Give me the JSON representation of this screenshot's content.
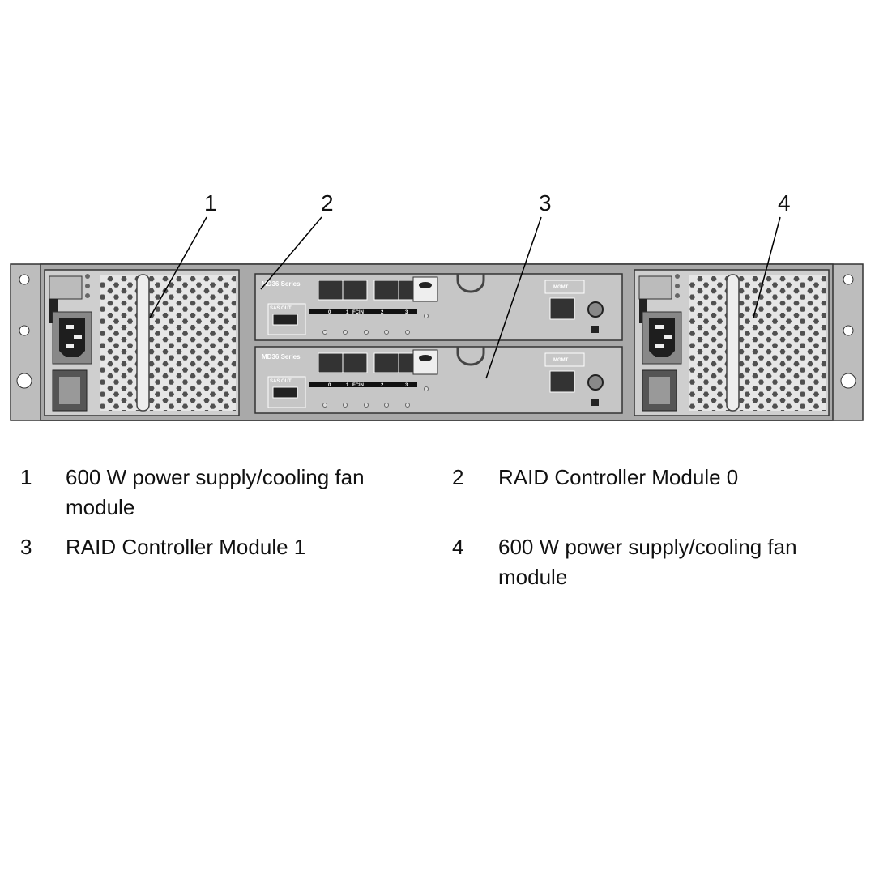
{
  "callouts": [
    "1",
    "2",
    "3",
    "4"
  ],
  "controller": {
    "series_label": "MD36 Series",
    "sas_out_label": "SAS OUT",
    "fcin_label": "FCIN",
    "port_numbers": [
      "0",
      "1",
      "2",
      "3"
    ],
    "mgmt_label": "MGMT"
  },
  "legend": [
    {
      "number": "1",
      "text": "600 W power supply/cooling fan module"
    },
    {
      "number": "2",
      "text": "RAID Controller Module 0"
    },
    {
      "number": "3",
      "text": "RAID Controller Module 1"
    },
    {
      "number": "4",
      "text": "600 W power supply/cooling fan module"
    }
  ],
  "colors": {
    "chassis": "#b8b8b8",
    "panel": "#c9c9c9",
    "dark": "#3a3a3a"
  }
}
